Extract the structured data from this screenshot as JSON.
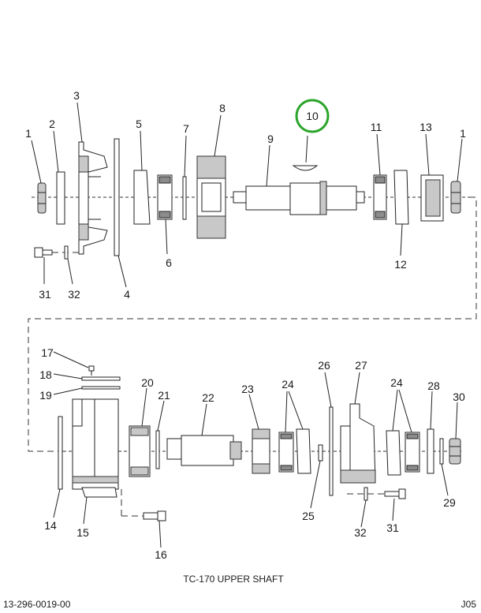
{
  "caption": "TC-170 UPPER SHAFT",
  "footer": {
    "left": "13-296-0019-00",
    "right": "J05"
  },
  "highlight_color": "#2aa52a",
  "callouts": {
    "p1a": "1",
    "p2": "2",
    "p3": "3",
    "p5": "5",
    "p7": "7",
    "p8": "8",
    "p9": "9",
    "p10": "10",
    "p11": "11",
    "p13": "13",
    "p1b": "1",
    "p31a": "31",
    "p32a": "32",
    "p4": "4",
    "p6": "6",
    "p12": "12",
    "p17": "17",
    "p18": "18",
    "p19": "19",
    "p20": "20",
    "p21": "21",
    "p22": "22",
    "p23": "23",
    "p24a": "24",
    "p26": "26",
    "p27": "27",
    "p24b": "24",
    "p28": "28",
    "p30": "30",
    "p14": "14",
    "p15": "15",
    "p16": "16",
    "p25": "25",
    "p32b": "32",
    "p31b": "31",
    "p29": "29"
  }
}
